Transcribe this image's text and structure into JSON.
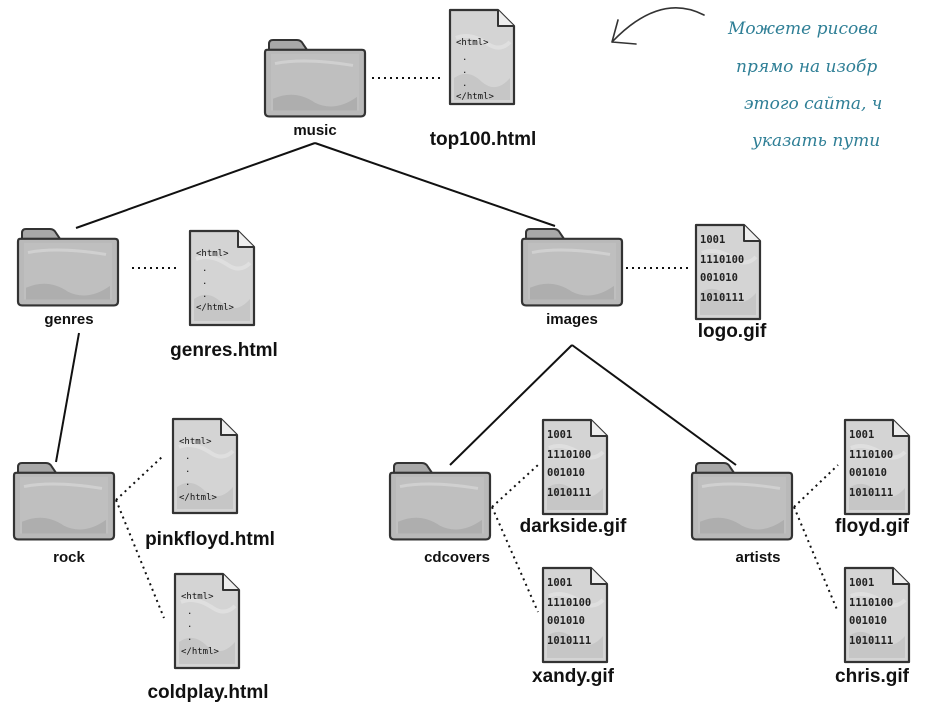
{
  "annotation": {
    "lines": [
      "Можете рисова",
      "прямо на изобр",
      "этого сайта, ч",
      "указать пути"
    ]
  },
  "html_snippet": {
    "open": "<html>",
    "dot": ".",
    "close": "</html>"
  },
  "gif_snippet": [
    "1001",
    "1110100",
    "001010",
    "1010111"
  ],
  "folders": {
    "music": "music",
    "genres": "genres",
    "images": "images",
    "rock": "rock",
    "cdcovers": "cdcovers",
    "artists": "artists"
  },
  "files": {
    "top100": "top100.html",
    "genres_html": "genres.html",
    "logo": "logo.gif",
    "pinkfloyd": "pinkfloyd.html",
    "coldplay": "coldplay.html",
    "darkside": "darkside.gif",
    "xandy": "xandy.gif",
    "floyd": "floyd.gif",
    "chris": "chris.gif"
  },
  "colors": {
    "folder_fill": "#b9b9b9",
    "folder_shade": "#9a9a9a",
    "paper_fill": "#d4d4d4",
    "outline": "#333333",
    "annotation": "#2f7f96"
  }
}
